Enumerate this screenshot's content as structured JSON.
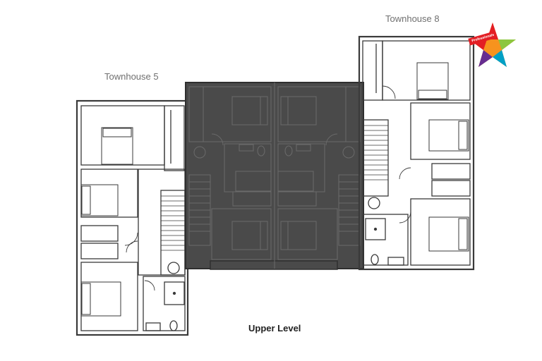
{
  "labels": {
    "townhouse_left": "Townhouse 5",
    "townhouse_right": "Townhouse 8",
    "level": "Upper Level"
  },
  "logo": {
    "name": "professionals-star-logo",
    "text": "Professionals",
    "colors": [
      "#e31e24",
      "#f7931e",
      "#00a0c6",
      "#8dc63f",
      "#662d91"
    ]
  },
  "colors": {
    "wall": "#3a3a3a",
    "shaded_unit": "#4b4b4b",
    "line": "#444444"
  }
}
